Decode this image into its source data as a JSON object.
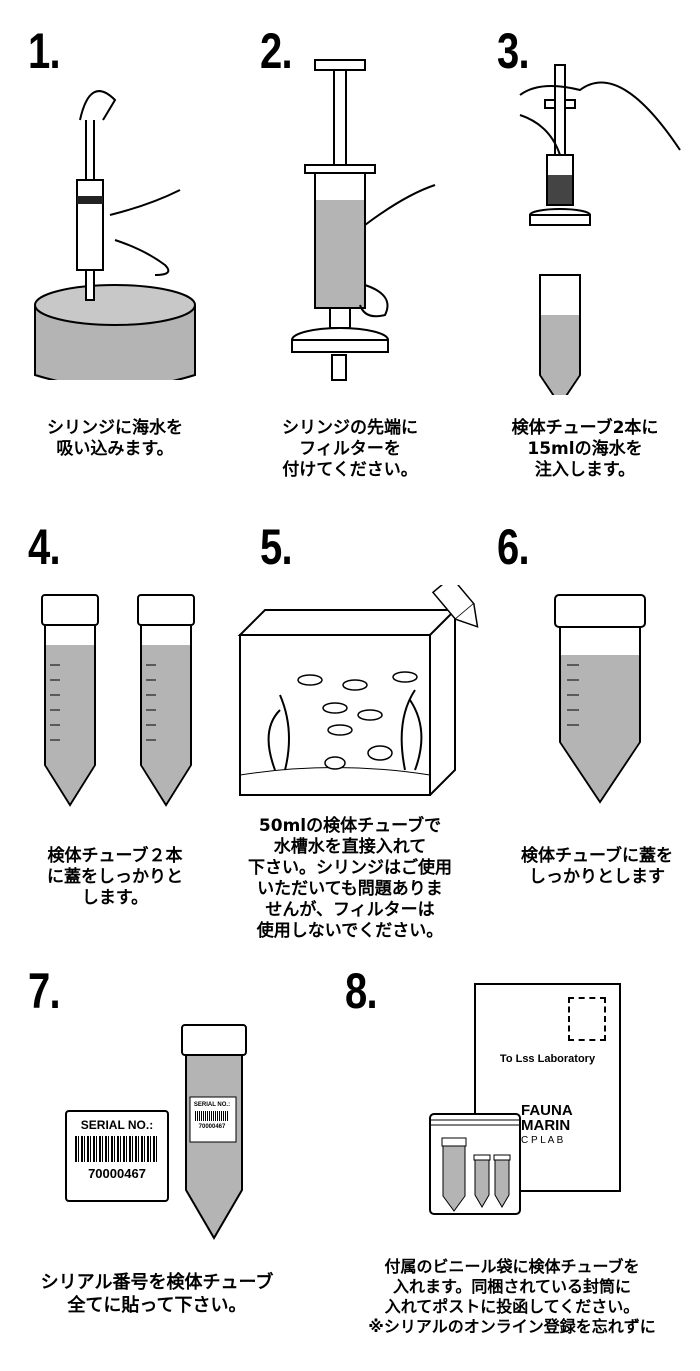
{
  "steps": [
    {
      "number": "1.",
      "caption": [
        "シリンジに海水を",
        "吸い込みます。"
      ]
    },
    {
      "number": "2.",
      "caption": [
        "シリンジの先端に",
        "フィルターを",
        "付けてください。"
      ]
    },
    {
      "number": "3.",
      "caption": [
        "検体チューブ2本に",
        "15mlの海水を",
        "注入します。"
      ]
    },
    {
      "number": "4.",
      "caption": [
        "検体チューブ２本",
        "に蓋をしっかりと",
        "します。"
      ]
    },
    {
      "number": "5.",
      "caption": [
        "50mlの検体チューブで",
        "水槽水を直接入れて",
        "下さい。シリンジはご使用",
        "いただいても問題ありま",
        "せんが、フィルターは",
        "使用しないでください。"
      ]
    },
    {
      "number": "6.",
      "caption": [
        "検体チューブに蓋を",
        "しっかりとします"
      ]
    },
    {
      "number": "7.",
      "caption": [
        "シリアル番号を検体チューブ",
        "全てに貼って下さい。"
      ]
    },
    {
      "number": "8.",
      "caption": [
        "付属のビニール袋に検体チューブを",
        "入れます。同梱されている封筒に",
        "入れてポストに投函してください。",
        "※シリアルのオンライン登録を忘れずに"
      ]
    }
  ],
  "serial_label": {
    "title": "SERIAL NO.:",
    "number": "70000467"
  },
  "tube_label": {
    "title": "SERIAL NO.:",
    "number": "70000467"
  },
  "envelope": {
    "address": "To Lss Laboratory",
    "logo_line1": "FAUNA",
    "logo_line2": "MARIN",
    "logo_line3": "C P L A B"
  },
  "colors": {
    "liquid": "#b4b4b4",
    "outline": "#000000"
  }
}
